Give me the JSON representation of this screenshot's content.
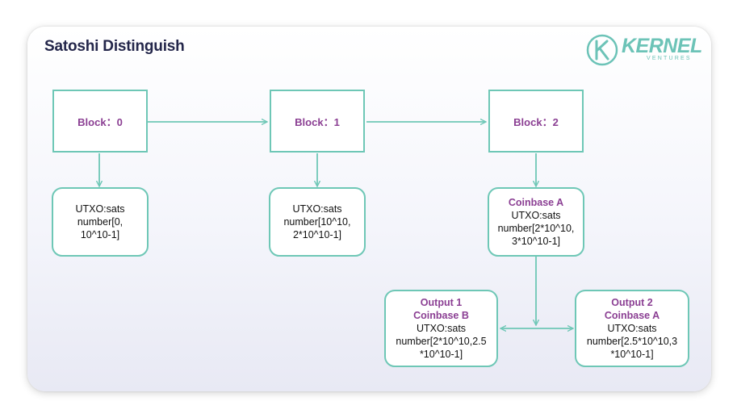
{
  "title": "Satoshi Distinguish",
  "logo": {
    "word": "KERNEL",
    "sub": "VENTURES",
    "icon": "kernel-k-icon"
  },
  "colors": {
    "box_border": "#6ec7b6",
    "accent_text": "#8b3f93",
    "title": "#23264a",
    "logo": "#6cc3b7"
  },
  "blocks": [
    {
      "label": "Block：0"
    },
    {
      "label": "Block：1"
    },
    {
      "label": "Block：2"
    }
  ],
  "utxos": [
    {
      "l1": "UTXO:sats",
      "l2": "number[0,",
      "l3": "10^10-1]"
    },
    {
      "l1": "UTXO:sats",
      "l2": "number[10^10,",
      "l3": "2*10^10-1]"
    },
    {
      "head": "Coinbase A",
      "l1": "UTXO:sats",
      "l2": "number[2*10^10,",
      "l3": "3*10^10-1]"
    }
  ],
  "outputs": [
    {
      "head1": "Output 1",
      "head2": "Coinbase B",
      "l1": "UTXO:sats",
      "l2": "number[2*10^10,2.5",
      "l3": "*10^10-1]"
    },
    {
      "head1": "Output 2",
      "head2": "Coinbase A",
      "l1": "UTXO:sats",
      "l2": "number[2.5*10^10,3",
      "l3": "*10^10-1]"
    }
  ]
}
